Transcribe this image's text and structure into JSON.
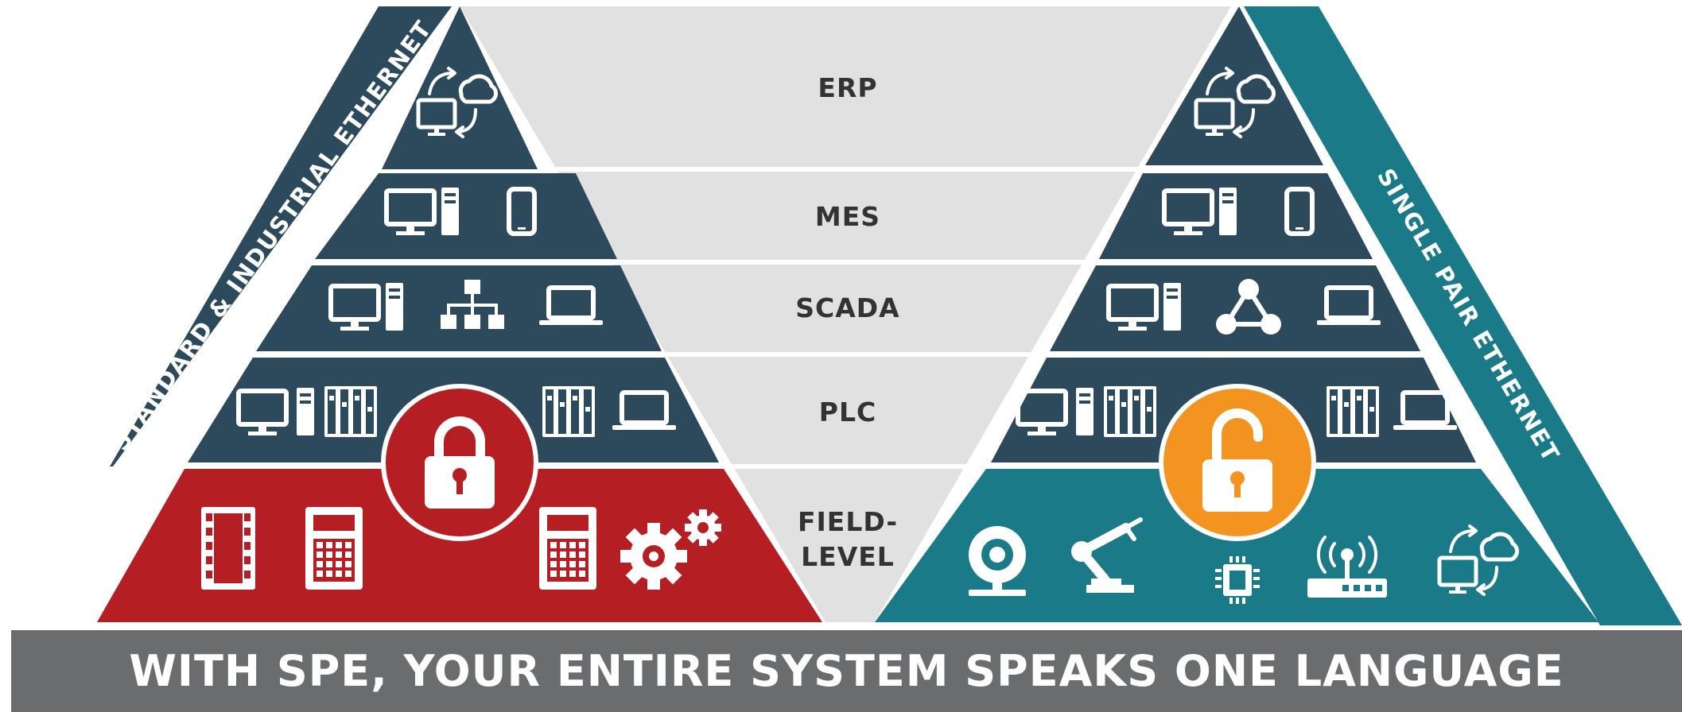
{
  "colors": {
    "dark_slate": "#2c4a5b",
    "red": "#b51f24",
    "teal": "#1a7a88",
    "orange": "#f39420",
    "center_gray": "#e1e1e1",
    "banner_gray": "#6b6c6e",
    "level_text": "#333333"
  },
  "levels": {
    "erp": "ERP",
    "mes": "MES",
    "scada": "SCADA",
    "plc": "PLC",
    "field_line1": "FIELD-",
    "field_line2": "LEVEL"
  },
  "left_pyramid": {
    "side_label": "STANDARD & INDUSTRIAL ETHERNET",
    "lock_state": "locked",
    "lock_icon": "padlock-closed-icon",
    "field_color": "red"
  },
  "right_pyramid": {
    "side_label": "SINGLE PAIR ETHERNET",
    "lock_state": "unlocked",
    "lock_icon": "padlock-open-icon",
    "field_color": "teal"
  },
  "banner": {
    "text": "WITH SPE, YOUR ENTIRE SYSTEM SPEAKS ONE LANGUAGE"
  }
}
